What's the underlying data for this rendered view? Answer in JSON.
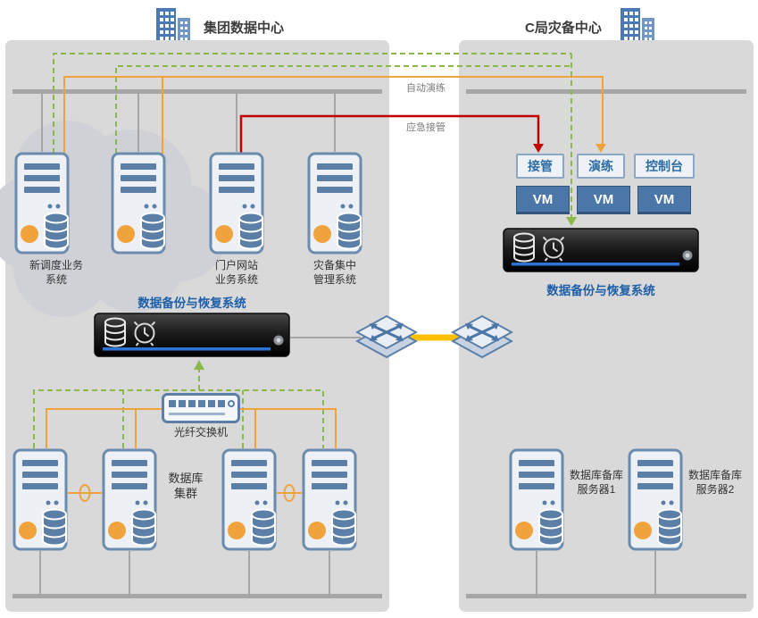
{
  "header": {
    "left_dc_label": "集团数据中心",
    "right_dc_label": "C局灾备中心"
  },
  "flow_labels": {
    "auto_drill": "自动演练",
    "emergency_takeover": "应急接管"
  },
  "left_panel": {
    "servers": [
      {
        "label": "新调度业务\n系统"
      },
      {
        "label": ""
      },
      {
        "label": "门户网站\n业务系统"
      },
      {
        "label": "灾备集中\n管理系统"
      }
    ],
    "backup_system_label": "数据备份与恢复系统",
    "fiber_switch_label": "光纤交换机",
    "db_cluster_label": "数据库\n集群"
  },
  "right_panel": {
    "buttons": [
      {
        "label": "接管"
      },
      {
        "label": "演练"
      },
      {
        "label": "控制台"
      }
    ],
    "vms": [
      {
        "label": "VM"
      },
      {
        "label": "VM"
      },
      {
        "label": "VM"
      }
    ],
    "backup_system_label": "数据备份与恢复系统",
    "db_servers": [
      {
        "label": "数据库备库\n服务器1"
      },
      {
        "label": "数据库备库\n服务器2"
      }
    ]
  },
  "colors": {
    "replication_green": "#8cb84a",
    "drill_orange": "#f0a33c",
    "takeover_red": "#c00000",
    "label_blue": "#1e5fa9",
    "node_blue": "#5b7fa6",
    "link_yellow": "#ffc000",
    "panel_gray": "#d9d9d9"
  }
}
